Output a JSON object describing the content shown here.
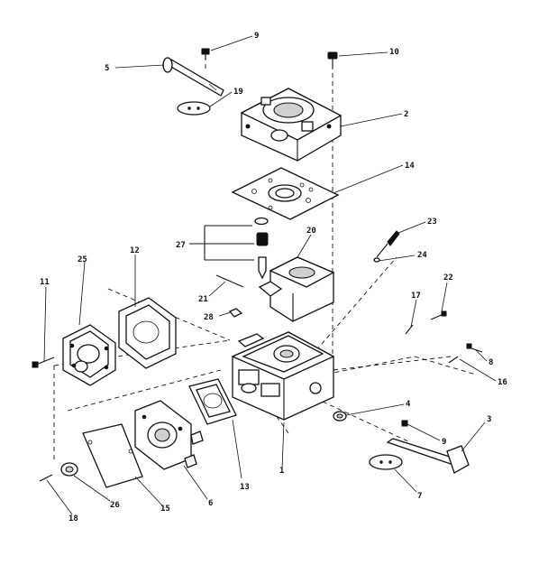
{
  "diagram": {
    "callouts": [
      {
        "id": "c9a",
        "text": "9"
      },
      {
        "id": "c10",
        "text": "10"
      },
      {
        "id": "c5",
        "text": "5"
      },
      {
        "id": "c19",
        "text": "19"
      },
      {
        "id": "c2",
        "text": "2"
      },
      {
        "id": "c14",
        "text": "14"
      },
      {
        "id": "c23",
        "text": "23"
      },
      {
        "id": "c27",
        "text": "27"
      },
      {
        "id": "c20",
        "text": "20"
      },
      {
        "id": "c24",
        "text": "24"
      },
      {
        "id": "c25",
        "text": "25"
      },
      {
        "id": "c12",
        "text": "12"
      },
      {
        "id": "c11",
        "text": "11"
      },
      {
        "id": "c21",
        "text": "21"
      },
      {
        "id": "c22",
        "text": "22"
      },
      {
        "id": "c17",
        "text": "17"
      },
      {
        "id": "c28",
        "text": "28"
      },
      {
        "id": "c8",
        "text": "8"
      },
      {
        "id": "c16",
        "text": "16"
      },
      {
        "id": "c4",
        "text": "4"
      },
      {
        "id": "c3",
        "text": "3"
      },
      {
        "id": "c9b",
        "text": "9"
      },
      {
        "id": "c13",
        "text": "13"
      },
      {
        "id": "c1",
        "text": "1"
      },
      {
        "id": "c7",
        "text": "7"
      },
      {
        "id": "c26",
        "text": "26"
      },
      {
        "id": "c18",
        "text": "18"
      },
      {
        "id": "c15",
        "text": "15"
      },
      {
        "id": "c6",
        "text": "6"
      }
    ]
  }
}
